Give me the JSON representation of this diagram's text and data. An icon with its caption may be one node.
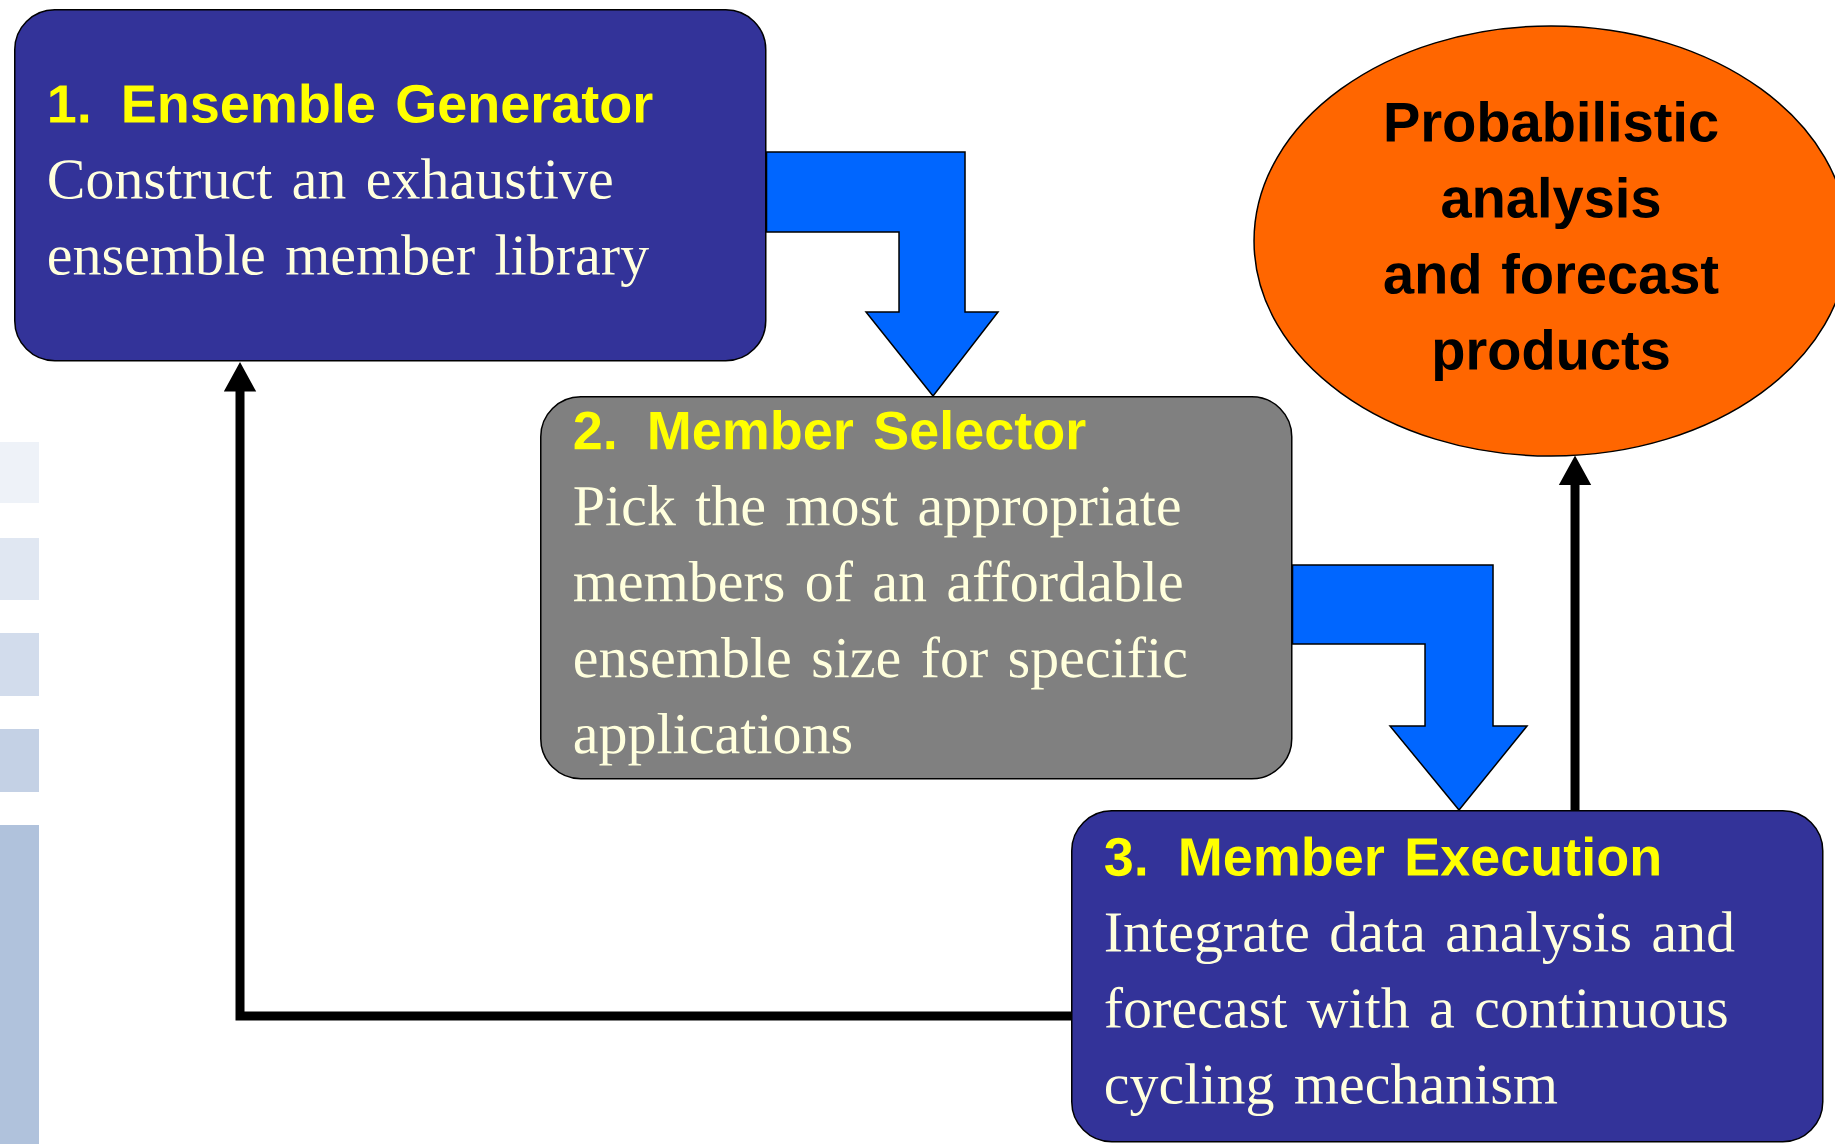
{
  "diagram": {
    "nodes": [
      {
        "text": [
          "1. Ensemble Generator",
          "Construct an exhaustive ensemble member library"
        ]
      },
      {
        "text": [
          "2. Member Selector",
          "Pick the most appropriate members of an affordable ensemble size for specific applications"
        ]
      },
      {
        "text": [
          "3. Member Execution",
          "Integrate data analysis and forecast with a continuous cycling mechanism"
        ]
      },
      {
        "text": [
          "Probabilistic analysis and forecast products"
        ]
      }
    ],
    "edges": [
      {
        "from": 0,
        "to": 1,
        "arrow": "to",
        "style": "thick",
        "color": "#0066ff"
      },
      {
        "from": 1,
        "to": 2,
        "arrow": "to",
        "style": "thick",
        "color": "#0066ff"
      },
      {
        "from": 2,
        "to": 0,
        "arrow": "to"
      },
      {
        "from": 2,
        "to": 3,
        "arrow": "to"
      }
    ]
  }
}
